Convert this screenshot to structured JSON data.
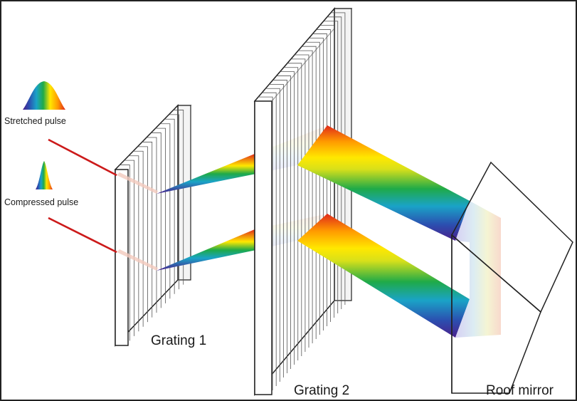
{
  "labels": {
    "stretched_pulse": "Stretched pulse",
    "compressed_pulse": "Compressed pulse",
    "grating_1": "Grating 1",
    "grating_2": "Grating 2",
    "roof_mirror": "Roof mirror"
  },
  "colors": {
    "input_beam": "#cc1a1a",
    "frame": "#222222",
    "spectrum": [
      "#4a1f8c",
      "#2b4fb0",
      "#1aa3c7",
      "#1faa48",
      "#d8e01a",
      "#ffe800",
      "#ff9a00",
      "#e0281a"
    ]
  }
}
